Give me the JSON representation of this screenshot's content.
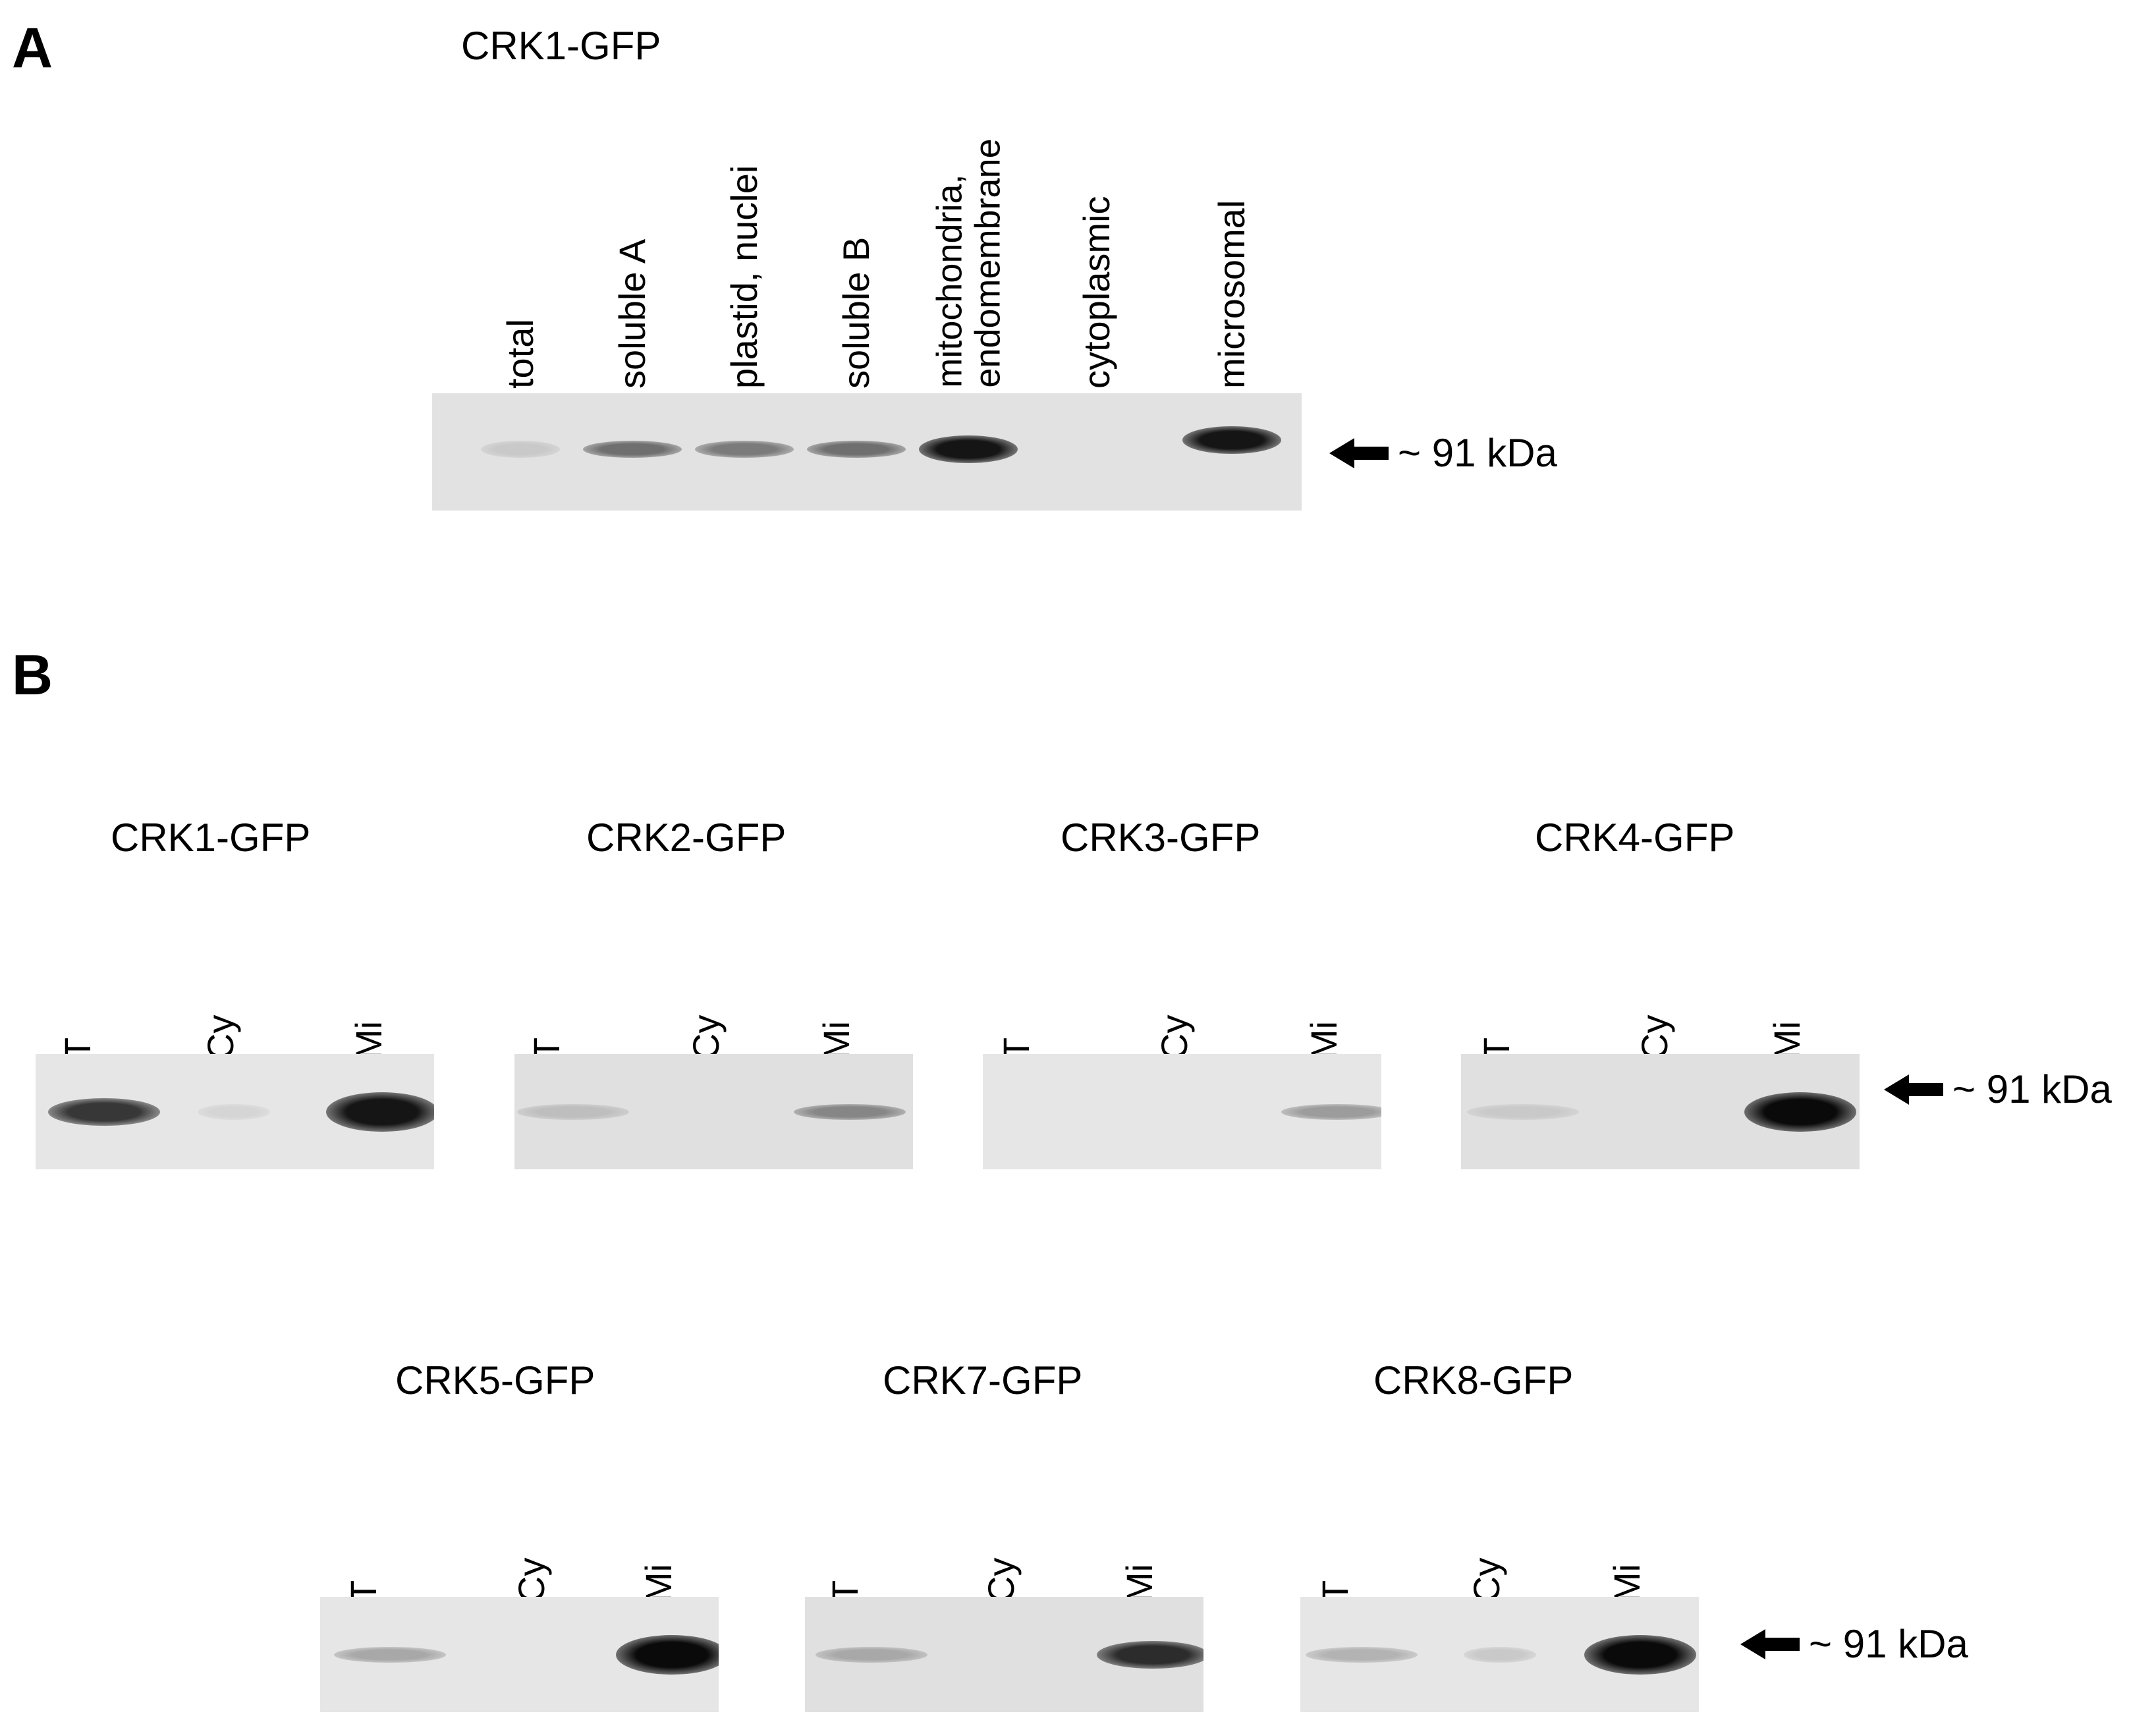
{
  "panel_a": {
    "letter": "A",
    "title": "CRK1-GFP",
    "lanes": [
      {
        "label": "total",
        "signal": 0.15
      },
      {
        "label": "soluble A",
        "signal": 0.55
      },
      {
        "label": "plastid, nuclei",
        "signal": 0.5
      },
      {
        "label": "soluble B",
        "signal": 0.55
      },
      {
        "label": "mitochondria,\nendomembrane",
        "signal": 0.95
      },
      {
        "label": "cytoplasmic",
        "signal": 0.0
      },
      {
        "label": "microsomal",
        "signal": 0.95
      }
    ],
    "marker": "~ 91 kDa"
  },
  "panel_b": {
    "letter": "B",
    "lane_labels": [
      "T",
      "Cy",
      "Mi"
    ],
    "marker": "~ 91 kDa",
    "blots": [
      {
        "title": "CRK1-GFP",
        "signals": [
          0.8,
          0.1,
          0.95
        ]
      },
      {
        "title": "CRK2-GFP",
        "signals": [
          0.2,
          0.0,
          0.45
        ]
      },
      {
        "title": "CRK3-GFP",
        "signals": [
          0.0,
          0.0,
          0.35
        ]
      },
      {
        "title": "CRK4-GFP",
        "signals": [
          0.15,
          0.0,
          1.0
        ]
      },
      {
        "title": "CRK5-GFP",
        "signals": [
          0.3,
          0.0,
          1.0
        ]
      },
      {
        "title": "CRK7-GFP",
        "signals": [
          0.3,
          0.0,
          0.85
        ]
      },
      {
        "title": "CRK8-GFP",
        "signals": [
          0.25,
          0.15,
          1.0
        ]
      }
    ]
  }
}
